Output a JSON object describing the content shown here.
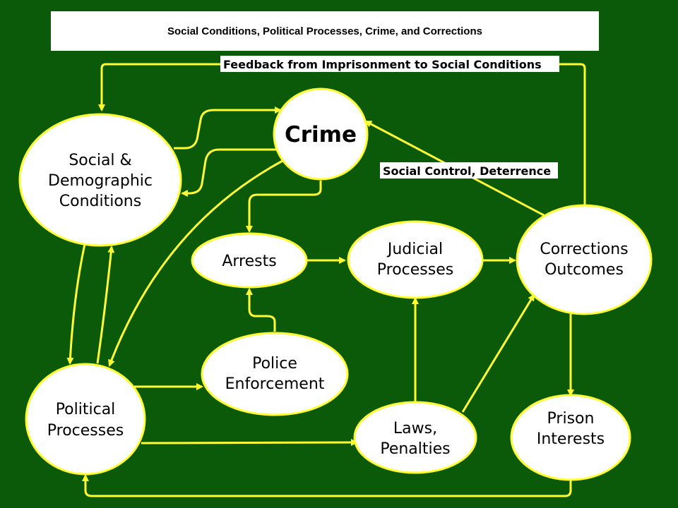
{
  "title": "Social Conditions, Political Processes, Crime, and Corrections",
  "colors": {
    "background": "#0a5a0a",
    "arrow": "#ffff33",
    "node_fill": "#ffffff"
  },
  "nodes": {
    "crime": [
      "Crime"
    ],
    "social": [
      "Social &",
      "Demographic",
      "Conditions"
    ],
    "arrests": [
      "Arrests"
    ],
    "judicial": [
      "Judicial",
      "Processes"
    ],
    "corrections": [
      "Corrections",
      "Outcomes"
    ],
    "police": [
      "Police",
      "Enforcement"
    ],
    "political": [
      "Political",
      "Processes"
    ],
    "laws": [
      "Laws,",
      "Penalties"
    ],
    "prison": [
      "Prison",
      "Interests"
    ]
  },
  "edge_labels": {
    "feedback": "Feedback from Imprisonment to Social Conditions",
    "social_control": "Social Control, Deterrence"
  }
}
